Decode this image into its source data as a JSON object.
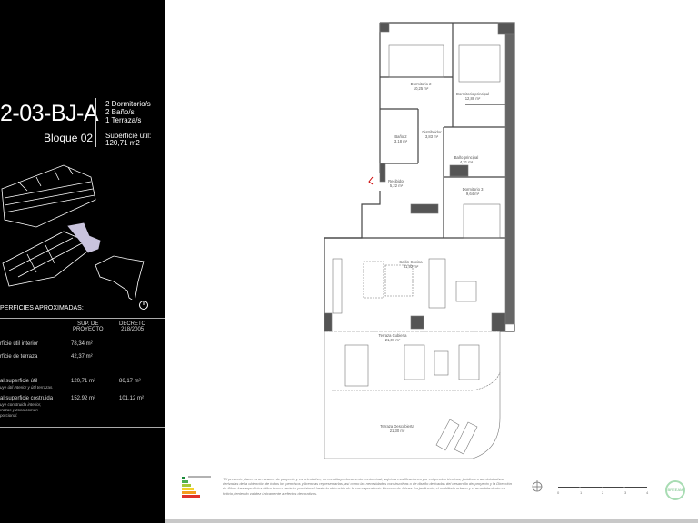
{
  "unit": {
    "code": "2-03-BJ-A",
    "bloque": "Bloque 02",
    "specs": [
      "2 Dormitorio/s",
      "2 Baño/s",
      "1 Terraza/s"
    ],
    "surface_label": "Superficie útil:",
    "surface_value": "120,71  m2"
  },
  "table": {
    "title": "PERFICIES APROXIMADAS:",
    "col1": [
      "SUP. DE",
      "PROYECTO"
    ],
    "col2": [
      "DECRETO",
      "218/2005"
    ],
    "rows": [
      {
        "label": "rficie útil interior",
        "sub": "",
        "v1": "78,34  m²",
        "v2": ""
      },
      {
        "label": "rficie de terraza",
        "sub": "",
        "v1": "42,37  m²",
        "v2": ""
      },
      {
        "label": "al superficie útil",
        "sub": "uye útil interior y útil terrazas.",
        "v1": "120,71  m²",
        "v2": "86,17  m²"
      },
      {
        "label": "al superficie costruida",
        "sub": "uye construida interior, rrazas y zona común porcional.",
        "v1": "152,92  m²",
        "v2": "101,12  m²"
      }
    ]
  },
  "rooms": [
    {
      "name": "Dormitorio 2",
      "area": "10,25 m²"
    },
    {
      "name": "Dormitorio principal",
      "area": "12,88 m²"
    },
    {
      "name": "Baño 2",
      "area": "3,18 m²"
    },
    {
      "name": "Distribuidor",
      "area": "3,83 m²"
    },
    {
      "name": "Baño principal",
      "area": "4,31 m²"
    },
    {
      "name": "Recibidor",
      "area": "5,22 m²"
    },
    {
      "name": "Dormitorio 3",
      "area": "9,64 m²"
    },
    {
      "name": "Salón-Cocina",
      "area": "31,92 m²"
    },
    {
      "name": "Terraza Cubierta",
      "area": "21,07 m²"
    },
    {
      "name": "Terraza Descubierta",
      "area": "21,30 m²"
    }
  ],
  "disclaimer": "*El presente plano es un avance de proyecto y es orientativo, no constituye documento contractual, sujeto a modificaciones por exigencias técnicas, jurídicas o administrativas derivadas de la obtención de todos los permisos y licencias representarlas, así como las necesidades constructivas o de diseño derivadas del desarrollo del proyecto y la Dirección de Obra. Las superficies útiles tienen carácter provisional hasta la obtención de la correspondiente Licencia de Obras. La jardinería, el mobiliario urbano y el amueblamiento es ficticio, teniendo validez únicamente a efectos decorativos.",
  "scale": [
    "0",
    "1",
    "2",
    "3",
    "4"
  ],
  "breeam": "BREEAM",
  "colors": {
    "panel": "#000000",
    "highlight": "#c9c3dd",
    "wall": "#555555",
    "breeam": "#8ccf9a"
  }
}
